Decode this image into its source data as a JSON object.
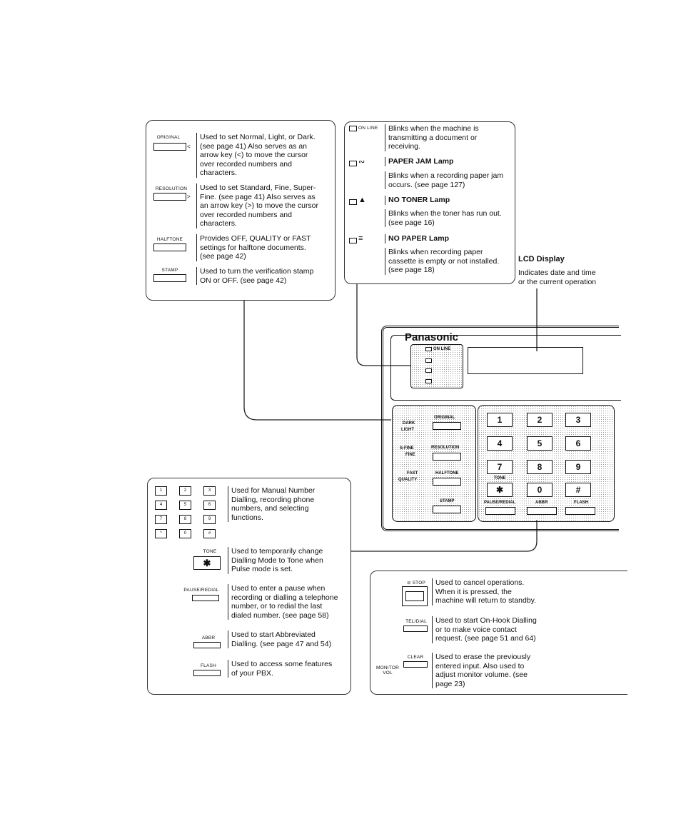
{
  "box_left_top": {
    "items": [
      {
        "key": "ORIGINAL",
        "arrow": "<",
        "text": "Used to set Normal, Light, or Dark.\n(see page 41) Also serves as an\narrow key (<) to move the cursor\nover recorded numbers and\ncharacters."
      },
      {
        "key": "RESOLUTION",
        "arrow": ">",
        "text": "Used to set Standard, Fine, Super-\nFine. (see page 41) Also serves as\nan arrow key (>) to move the cursor\nover recorded numbers and\ncharacters."
      },
      {
        "key": "HALFTONE",
        "arrow": "",
        "text": "Provides OFF, QUALITY or FAST\nsettings for halftone documents.\n(see page 42)"
      },
      {
        "key": "STAMP",
        "arrow": "",
        "text": "Used to turn the verification stamp\nON or OFF. (see page 42)"
      }
    ]
  },
  "box_lamps": {
    "online_label": "ON LINE",
    "online_text": "Blinks when the machine is\ntransmitting a document or\nreceiving.",
    "paper_jam_title": "PAPER JAM Lamp",
    "paper_jam_text": "Blinks when a recording paper jam\noccurs. (see page 127)",
    "no_toner_title": "NO TONER Lamp",
    "no_toner_text": "Blinks when the toner has run out.\n(see page 16)",
    "no_paper_title": "NO PAPER Lamp",
    "no_paper_text": "Blinks when recording paper\ncassette is empty or not installed.\n(see page 18)"
  },
  "lcd": {
    "title": "LCD Display",
    "text": "Indicates date and time\nor the current operation"
  },
  "panel": {
    "brand": "Panasonic",
    "online": "ON LINE",
    "dark": "DARK",
    "light": "LIGHT",
    "original": "ORIGINAL",
    "sfine": "S-FINE",
    "fine": "FINE",
    "resolution": "RESOLUTION",
    "fast": "FAST",
    "quality": "QUALITY",
    "halftone": "HALFTONE",
    "stamp": "STAMP",
    "keys": [
      "1",
      "2",
      "3",
      "4",
      "5",
      "6",
      "7",
      "8",
      "9",
      "✱",
      "0",
      "#"
    ],
    "tone": "TONE",
    "pause": "PAUSE/REDIAL",
    "abbr": "ABBR",
    "flash": "FLASH"
  },
  "box_left_bottom": {
    "keys": [
      "1",
      "2",
      "3",
      "4",
      "5",
      "6",
      "7",
      "8",
      "9",
      "*",
      "0",
      "#"
    ],
    "keypad_text": "Used for Manual Number\nDialling, recording phone\nnumbers, and selecting\nfunctions.",
    "tone_key": "TONE",
    "tone_symbol": "✱",
    "tone_text": "Used to temporarily change\nDialling Mode to Tone when\nPulse mode is set.",
    "pause_key": "PAUSE/REDIAL",
    "pause_text": "Used to enter a pause when\nrecording or dialling a telephone\nnumber, or to redial the last\ndialed number. (see page 58)",
    "abbr_key": "ABBR",
    "abbr_text": "Used to start Abbreviated\nDialling. (see page 47 and 54)",
    "flash_key": "FLASH",
    "flash_text": "Used to access some features\nof your PBX."
  },
  "box_right_bottom": {
    "stop_key": "⊘ STOP",
    "stop_text": "Used to cancel operations.\nWhen it is pressed, the\nmachine will return to standby.",
    "tel_key": "TEL/DIAL",
    "tel_text": "Used to start On-Hook Dialling\nor to make voice contact\nrequest. (see page 51 and 64)",
    "clear_key": "CLEAR",
    "monitor": "MONITOR\nVOL",
    "clear_text": "Used to erase the previously\nentered input. Also used to\nadjust monitor volume. (see\npage 23)"
  }
}
